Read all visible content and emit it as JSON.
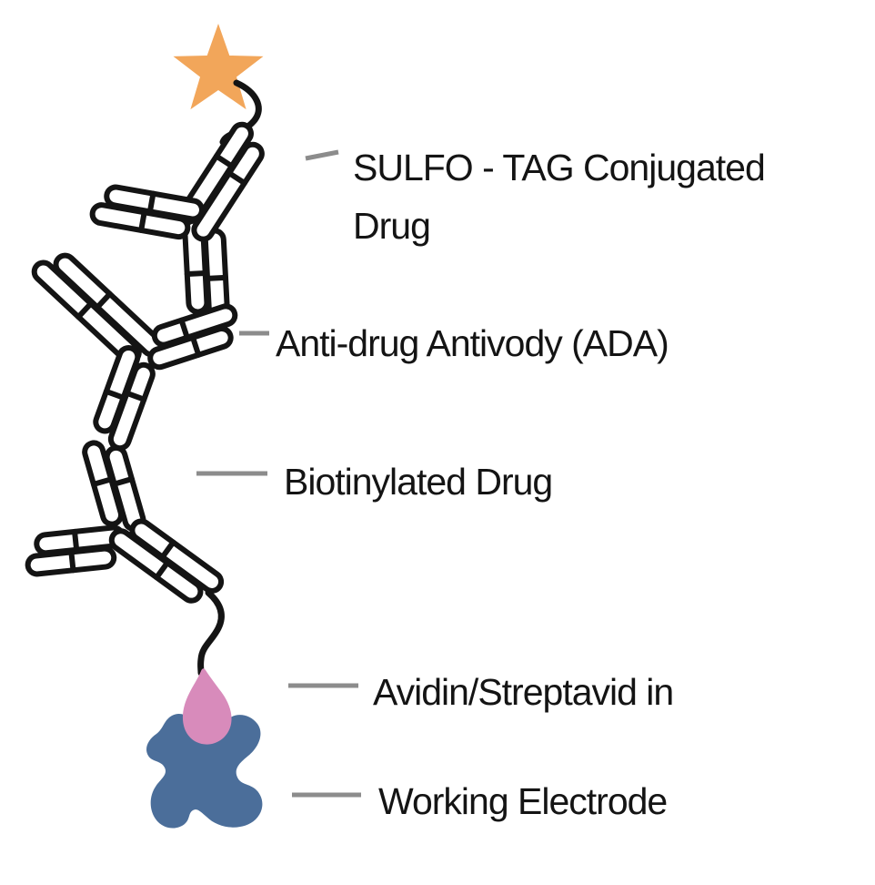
{
  "diagram": {
    "labels": {
      "sulfo_line1": "SULFO - TAG Conjugated",
      "sulfo_line2": "Drug",
      "ada": "Anti-drug Antivody (ADA)",
      "biotin": "Biotinylated Drug",
      "avidin": "Avidin/Streptavid in",
      "electrode": "Working Electrode"
    },
    "colors": {
      "background": "#ffffff",
      "star": "#F2A65A",
      "streptavidin": "#D88BBB",
      "electrode": "#4B6E9A",
      "leader_line": "#8C8C8C",
      "outline": "#141414",
      "text": "#141414"
    }
  }
}
